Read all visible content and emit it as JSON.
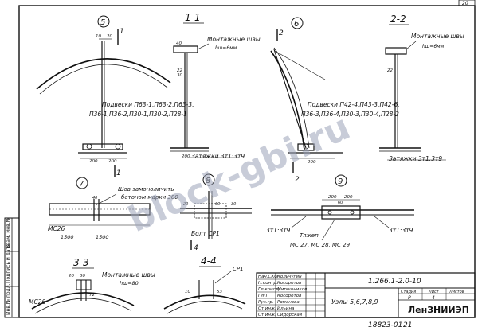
{
  "corner_num": "20",
  "views": {
    "v5": {
      "num": "5",
      "dim_top": "10",
      "dim_side": "20"
    },
    "s11": {
      "title": "1-1",
      "weld": "Монтажные швы",
      "hw": "hш=6мм",
      "d1": "40",
      "d2": "22",
      "d3": "30",
      "span": "200"
    },
    "v6": {
      "num": "6",
      "cut": "2"
    },
    "s22": {
      "title": "2-2",
      "weld": "Монтажные швы",
      "hw": "hш=6мм",
      "d1": "22"
    },
    "hang1": {
      "l1": "Подвески П63-1,П63-2,П63-3,",
      "l2": "П36-1,П36-2,П30-1,П30-2,П28-1"
    },
    "hang2": {
      "l1": "Подвески П42-4,П43-3,П42-6,",
      "l2": "П36-3,П36-4,П30-3,П30-4,П28-2"
    },
    "clamp1": "Затяжки 3т1:3т9",
    "clamp2": "Затяжки 3т1:3т9",
    "cut1": "1",
    "cut2": "2",
    "dim200a": "200",
    "dim200b": "200",
    "dim200c": "200"
  },
  "detail7": {
    "num": "7",
    "note1": "Шов замоноличить",
    "note2": "бетоном марки 300",
    "mc": "МС26",
    "d_left": "1500",
    "d_right": "1500",
    "d_mid": "40"
  },
  "detail8": {
    "num": "8",
    "bolt": "Болт СР1",
    "cut": "4",
    "d1": "60",
    "d2": "30",
    "d3": "20"
  },
  "detail9": {
    "num": "9",
    "d1": "200",
    "d2": "200",
    "d3": "60",
    "tie_l": "3т1:3т9",
    "tie_r": "3т1:3т9",
    "tyazh": "Тяжеп",
    "mc": "МС 27, МС 28, МС 29"
  },
  "s33": {
    "title": "3-3",
    "weld": "Монтажные швы",
    "hw": "hш=80",
    "mc": "МС26",
    "d1": "20",
    "d2": "30",
    "d3": "72"
  },
  "s44": {
    "title": "4-4",
    "cp": "СР1",
    "d1": "10",
    "d2": "53"
  },
  "stamp": {
    "rows": [
      [
        "Нач.СКО",
        "Кольчугин"
      ],
      [
        "Н.контр.",
        "Косоротов"
      ],
      [
        "Гл.констр.",
        "Мирошников"
      ],
      [
        "ГИП",
        "Косоротов"
      ],
      [
        "Рук.гр.",
        "Романова"
      ],
      [
        "Ст.инж.",
        "Ильина"
      ],
      [
        "Ст.инж.",
        "Сидорская"
      ]
    ],
    "doc": "1.266.1-2.0-10",
    "title": "Узлы 5,6,7,8,9",
    "h_stage": "Стадия",
    "h_sheet": "Лист",
    "h_sheets": "Листов",
    "stage": "Р",
    "sheet": "4",
    "org": "ЛенЗНИИЭП"
  },
  "side_labels": [
    "Инв.№ подл.",
    "Подпись и дата",
    "Взам. инв.№"
  ],
  "footer": {
    "code": "18823-01",
    "page": "21"
  },
  "watermark": "block-gbi.ru"
}
